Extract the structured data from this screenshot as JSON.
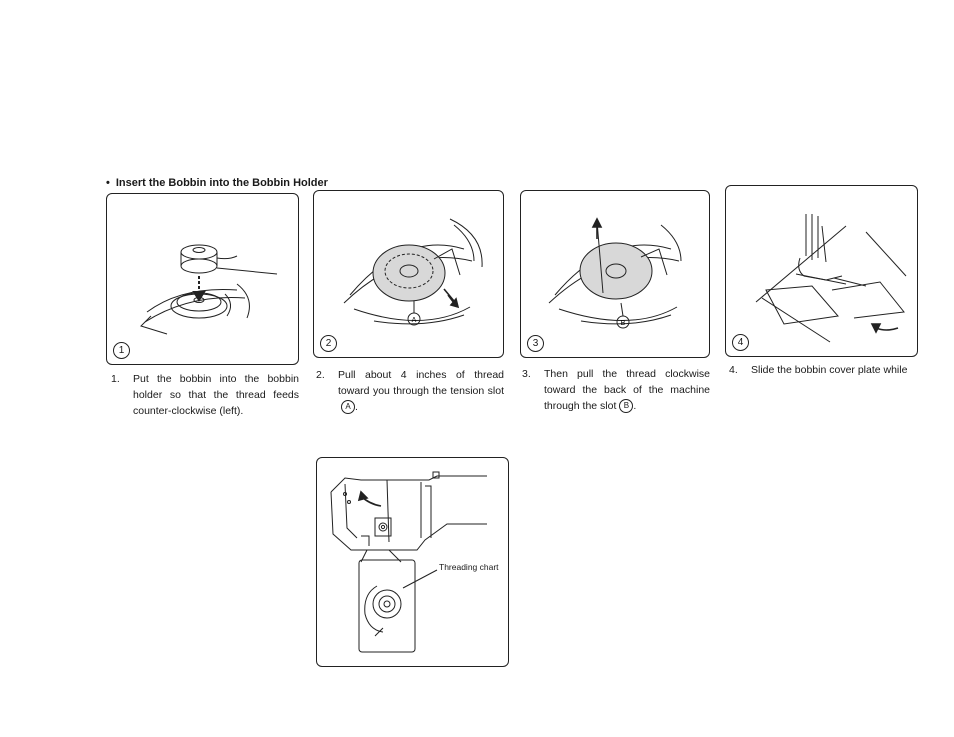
{
  "heading": {
    "bullet": "•",
    "text": "Insert the Bobbin into the Bobbin Holder"
  },
  "steps": [
    {
      "badge": "1",
      "number": "1.",
      "text": "Put the bobbin into the bobbin holder so that the thread feeds counter-clockwise (left)."
    },
    {
      "badge": "2",
      "number": "2.",
      "text": "Pull about 4 inches of thread toward you through the tension slot",
      "slot": "A"
    },
    {
      "badge": "3",
      "number": "3.",
      "text": "Then pull the thread clockwise toward the back of the machine through the slot",
      "slot": "B"
    },
    {
      "badge": "4",
      "number": "4.",
      "text": "Slide the bobbin cover plate while"
    }
  ],
  "detail_figure": {
    "label": "Threading chart"
  }
}
